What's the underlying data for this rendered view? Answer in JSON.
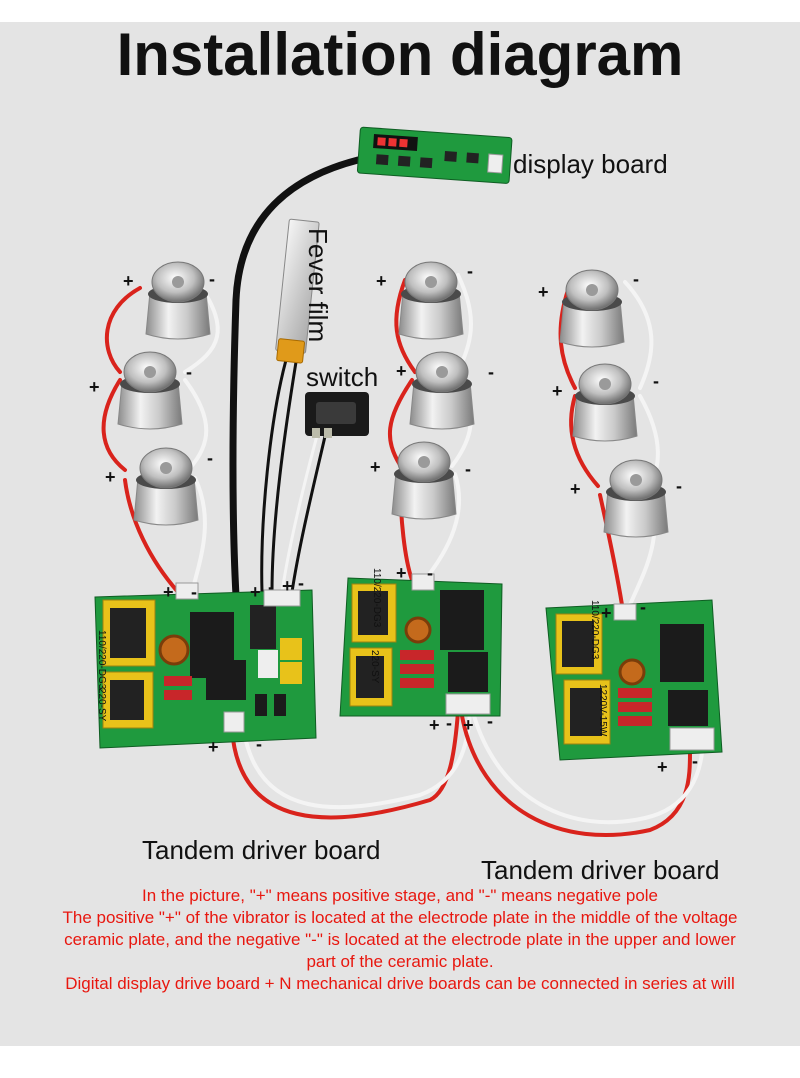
{
  "title": "Installation diagram",
  "labels": {
    "display_board": "display board",
    "fever_film": "Fever film",
    "switch": "switch",
    "tandem_board_1": "Tandem driver board",
    "tandem_board_2": "Tandem driver board"
  },
  "board_prints": {
    "board1_transformer_top": "110/220-DG3",
    "board1_transformer_bottom": "220-SY",
    "board2_transformer_top": "110/220-DG3",
    "board2_transformer_bottom": "220-SY",
    "board3_transformer_top": "110/220-DG3",
    "board3_transformer_bottom": "1220V-15W"
  },
  "signs": {
    "plus": "+",
    "minus": "-"
  },
  "notes": [
    "In the picture, \"+\" means positive stage, and \"-\" means negative pole",
    "The positive \"+\" of the vibrator is located at the electrode plate in the middle of the voltage",
    "ceramic plate, and the negative \"-\" is located at the electrode plate in the upper and lower",
    "part of the ceramic plate.",
    "Digital display drive board + N mechanical drive boards can be connected in series at will"
  ],
  "colors": {
    "background": "#e4e4e4",
    "note_text": "#e8170f",
    "wire_red": "#d9231c",
    "wire_white": "#f4f4f4",
    "pcb_green": "#1f9a3e",
    "transformer_yellow": "#e8c21a"
  }
}
